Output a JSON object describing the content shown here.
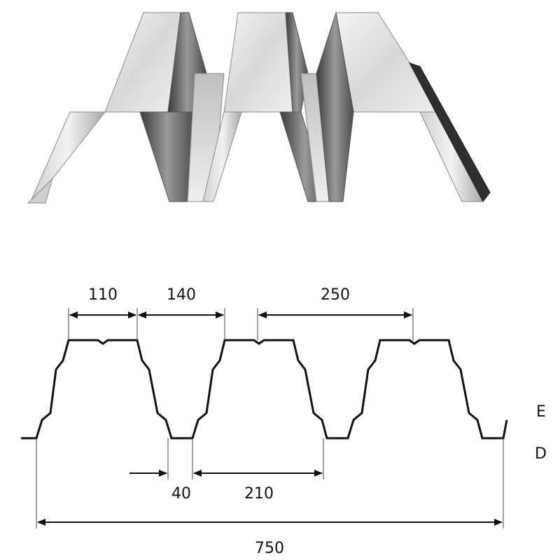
{
  "dimensions": {
    "crest_width": "110",
    "crest_to_valley": "140",
    "pitch": "250",
    "valley_width": "40",
    "valley_to_crest": "210",
    "total_width": "750"
  },
  "side_labels": {
    "top": "E",
    "bottom": "D"
  },
  "colors": {
    "line": "#111111",
    "metal_light": "#e9e9e9",
    "metal_mid": "#bdbdbd",
    "metal_dark": "#4a4a4a"
  }
}
